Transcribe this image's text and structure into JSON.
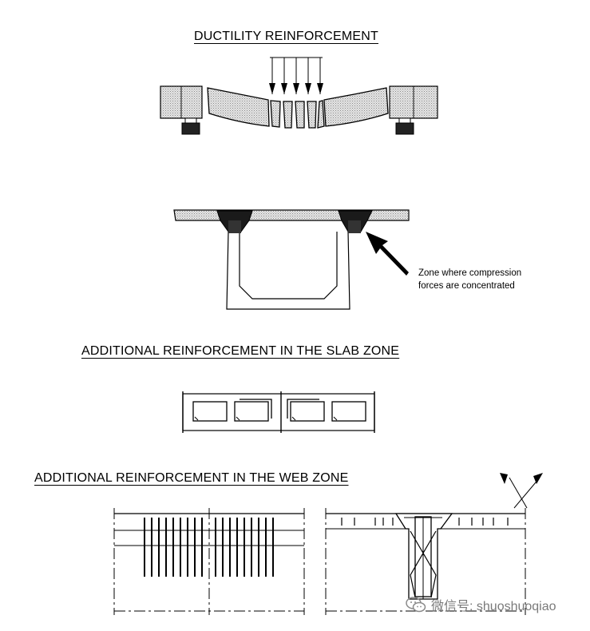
{
  "headings": {
    "ductility": "DUCTILITY REINFORCEMENT",
    "slab_zone": "ADDITIONAL REINFORCEMENT IN THE SLAB ZONE",
    "web_zone": "ADDITIONAL REINFORCEMENT IN THE WEB ZONE"
  },
  "annotation": {
    "line1": "Zone where compression",
    "line2": "forces are concentrated"
  },
  "watermark": {
    "text": "微信号: shuoshuoqiao",
    "icon": "wechat-icon"
  }
}
